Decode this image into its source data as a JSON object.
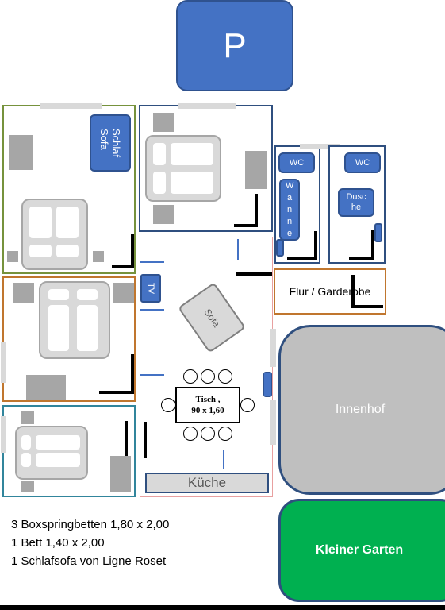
{
  "labels": {
    "parking": "P",
    "schlafsofa": "Schlaf\nSofa",
    "wc1": "WC",
    "wc2": "WC",
    "wanne": "Wanne",
    "dusche": "Dusc\nhe",
    "flur": "Flur / Garderobe",
    "tv": "TV",
    "sofa": "Sofa",
    "tisch": "Tisch ,\n90 x 1,60",
    "kueche": "Küche",
    "innenhof": "Innenhof",
    "garten": "Kleiner Garten"
  },
  "notes": [
    "3 Boxspringbetten 1,80 x 2,00",
    "1 Bett 1,40 x 2,00",
    "1 Schlafsofa  von Ligne Roset"
  ],
  "colors": {
    "blue": "#4472c4",
    "green": "#00b050",
    "grey": "#a6a6a6",
    "room_green": "#76923c",
    "room_navy": "#2f4f7f",
    "room_orange": "#c0762e",
    "room_teal": "#31859c",
    "room_red": "#e8a0a0"
  }
}
